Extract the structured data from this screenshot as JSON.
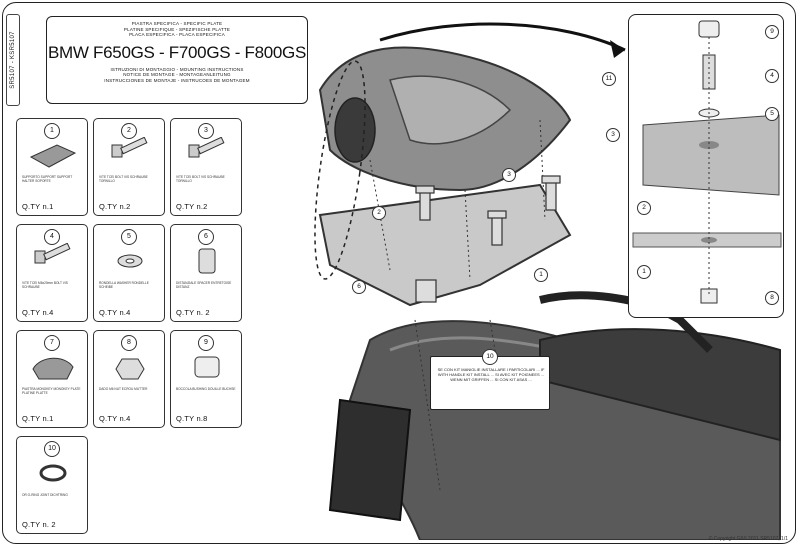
{
  "side_code": "SR5107 - KSR5107",
  "title": {
    "line1": "PIASTRA SPECIFICA - SPECIFIC PLATE",
    "line2": "PLATINE SPECIFIQUE - SPEZIFISCHE PLATTE",
    "line3": "PLACA ESPECIFICA - PLACA ESPECIFICA",
    "model": "BMW F650GS - F700GS - F800GS",
    "line4": "ISTRUZIONI DI MONTAGGIO - MOUNTING INSTRUCTIONS",
    "line5": "NOTICE DE MONTAGE - MONTAGEANLEITUNG",
    "line6": "INSTRUCCIONES DE MONTAJE - INSTRUCOES DE MONTAGEM"
  },
  "parts": [
    {
      "num": "1",
      "icon": "plate-icon",
      "desc": "SUPPORTO\nSUPPORT\nSUPPORT\nHALTER\nSOPORTE",
      "qty": "Q.TY n.1"
    },
    {
      "num": "2",
      "icon": "bolt-icon",
      "desc": "VITE TCEI\nBOLT\nVIS\nSCHRAUBE\nTORNILLO",
      "qty": "Q.TY n.2"
    },
    {
      "num": "3",
      "icon": "bolt-icon",
      "desc": "VITE TCEI\nBOLT\nVIS\nSCHRAUBE\nTORNILLO",
      "qty": "Q.TY n.2"
    },
    {
      "num": "4",
      "icon": "bolt-icon",
      "desc": "VITE TCEI M6x20mm\nBOLT\nVIS\nSCHRAUBE",
      "qty": "Q.TY n.4"
    },
    {
      "num": "5",
      "icon": "washer-icon",
      "desc": "RONDELLA\nWASHER\nRONDELLE\nSCHEIBE",
      "qty": "Q.TY n.4"
    },
    {
      "num": "6",
      "icon": "spacer-icon",
      "desc": "DISTANZIALE\nSPACER\nENTRETOISE\nDISTANZ",
      "qty": "Q.TY n. 2"
    },
    {
      "num": "7",
      "icon": "bracket-icon",
      "desc": "PIASTRA MONOKEY\nMONOKEY PLATE\nPLATINE\nPLATTE",
      "qty": "Q.TY n.1"
    },
    {
      "num": "8",
      "icon": "nut-icon",
      "desc": "DADO M6\nNUT\nECROU\nMUTTER",
      "qty": "Q.TY n.4"
    },
    {
      "num": "9",
      "icon": "bushing-icon",
      "desc": "BOCCOLA\nBUSHING\nDOUILLE\nBUCHSE",
      "qty": "Q.TY n.8"
    },
    {
      "num": "10",
      "icon": "oring-icon",
      "desc": "OR\nO-RING\nJOINT\nDICHTRING",
      "qty": "Q.TY n. 2"
    }
  ],
  "main_callouts": [
    "11",
    "3",
    "2",
    "1",
    "3",
    "6"
  ],
  "inset_callouts": [
    "9",
    "4",
    "5",
    "2",
    "1",
    "8"
  ],
  "notice": {
    "num": "10",
    "text": "SE CON KIT MANIGLIE INSTALLARE I PARTICOLARI ... IF WITH HANDLE KIT INSTALL ... SI AVEC KIT POIGNEES ... WENN MIT GRIFFEN ... SI CON KIT ASAS ..."
  },
  "copyright": "© Copyright GIVI 2011 SR5107, 1/1"
}
